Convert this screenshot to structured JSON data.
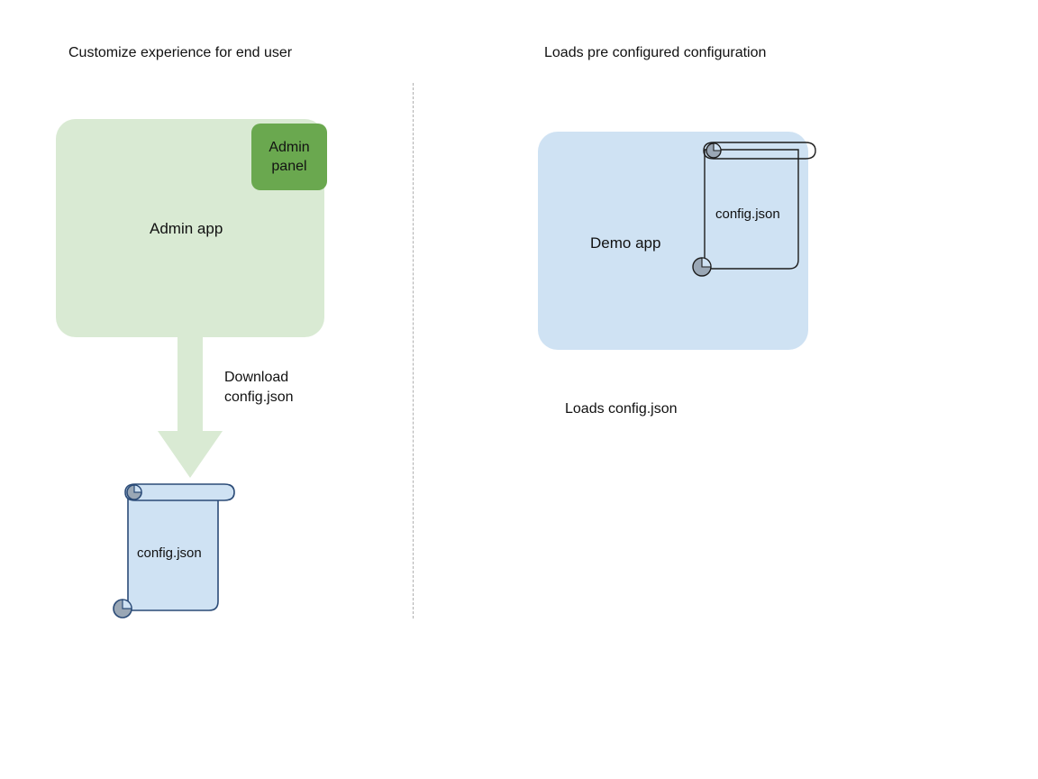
{
  "diagram": {
    "columns": {
      "left": {
        "heading": "Customize experience for end user",
        "app": {
          "label": "Admin app",
          "fill": "#d9ead3",
          "panel": {
            "label": "Admin\npanel",
            "label_line1": "Admin",
            "label_line2": "panel",
            "fill": "#6aa84f"
          }
        },
        "arrow": {
          "caption_line1": "Download",
          "caption_line2": "config.json",
          "caption": "Download config.json",
          "direction": "down",
          "fill": "#d9ead3"
        },
        "document": {
          "label": "config.json",
          "fill": "#cfe2f3",
          "stroke": "#2b4b77",
          "curl_fill": "#9aa7b5",
          "icon": "scroll-icon"
        }
      },
      "right": {
        "heading": "Loads pre configured configuration",
        "app": {
          "label": "Demo app",
          "fill": "#cfe2f3"
        },
        "document": {
          "label": "config.json",
          "fill": "#cfe2f3",
          "stroke": "#1d1d1d",
          "curl_fill": "#9aa7b5",
          "icon": "scroll-icon"
        },
        "caption": "Loads config.json"
      }
    },
    "divider": {
      "style": "dashed",
      "color": "#b0b0b0"
    }
  }
}
